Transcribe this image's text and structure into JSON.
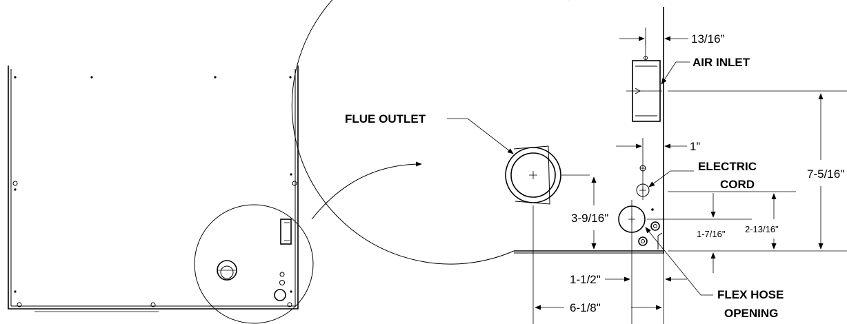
{
  "labels": {
    "air_inlet": "AIR INLET",
    "flue_outlet": "FLUE OUTLET",
    "electric_cord_line1": "ELECTRIC",
    "electric_cord_line2": "CORD",
    "flex_hose_line1": "FLEX HOSE",
    "flex_hose_line2": "OPENING"
  },
  "dimensions": {
    "d_13_16": "13/16”",
    "d_1": "1”",
    "d_7_5_16": "7-5/16\"",
    "d_2_13_16": "2-13/16\"",
    "d_1_7_16": "1-7/16\"",
    "d_3_9_16": "3-9/16\"",
    "d_1_1_2": "1-1/2\"",
    "d_6_1_8": "6-1/8\""
  },
  "colors": {
    "line": "#000000",
    "background": "#ffffff"
  }
}
